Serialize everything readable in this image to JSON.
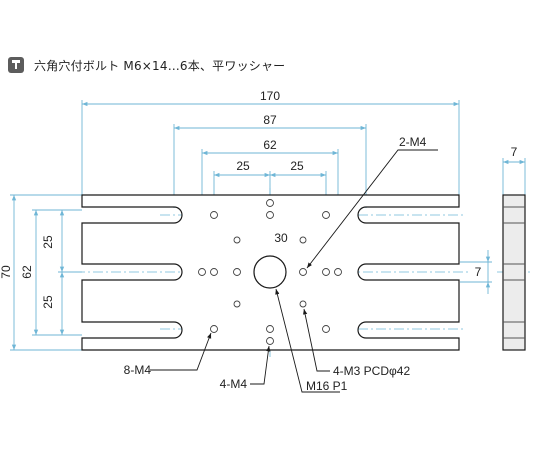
{
  "note": {
    "icon": "bolt-note-icon",
    "text": "六角穴付ボルト M6×14…6本、平ワッシャー"
  },
  "colors": {
    "dimension_line": "#6fb6d6",
    "outline": "#1a1a1a",
    "plate_fill": "#ffffff",
    "side_fill": "#ececec",
    "hole": "#444444"
  },
  "dimensions": {
    "overall_length": "170",
    "span_87": "87",
    "span_62": "62",
    "half_pitch_left": "25",
    "half_pitch_right": "25",
    "center_30": "30",
    "thickness": "7",
    "slot_width": "7",
    "overall_height": "70",
    "height_62": "62",
    "upper_pitch": "25",
    "lower_pitch": "25"
  },
  "labels": {
    "two_m4": "2-M4",
    "eight_m4": "8-M4",
    "four_m4": "4-M4",
    "m16": "M16 P1",
    "four_m3": "4-M3 PCDφ42"
  }
}
